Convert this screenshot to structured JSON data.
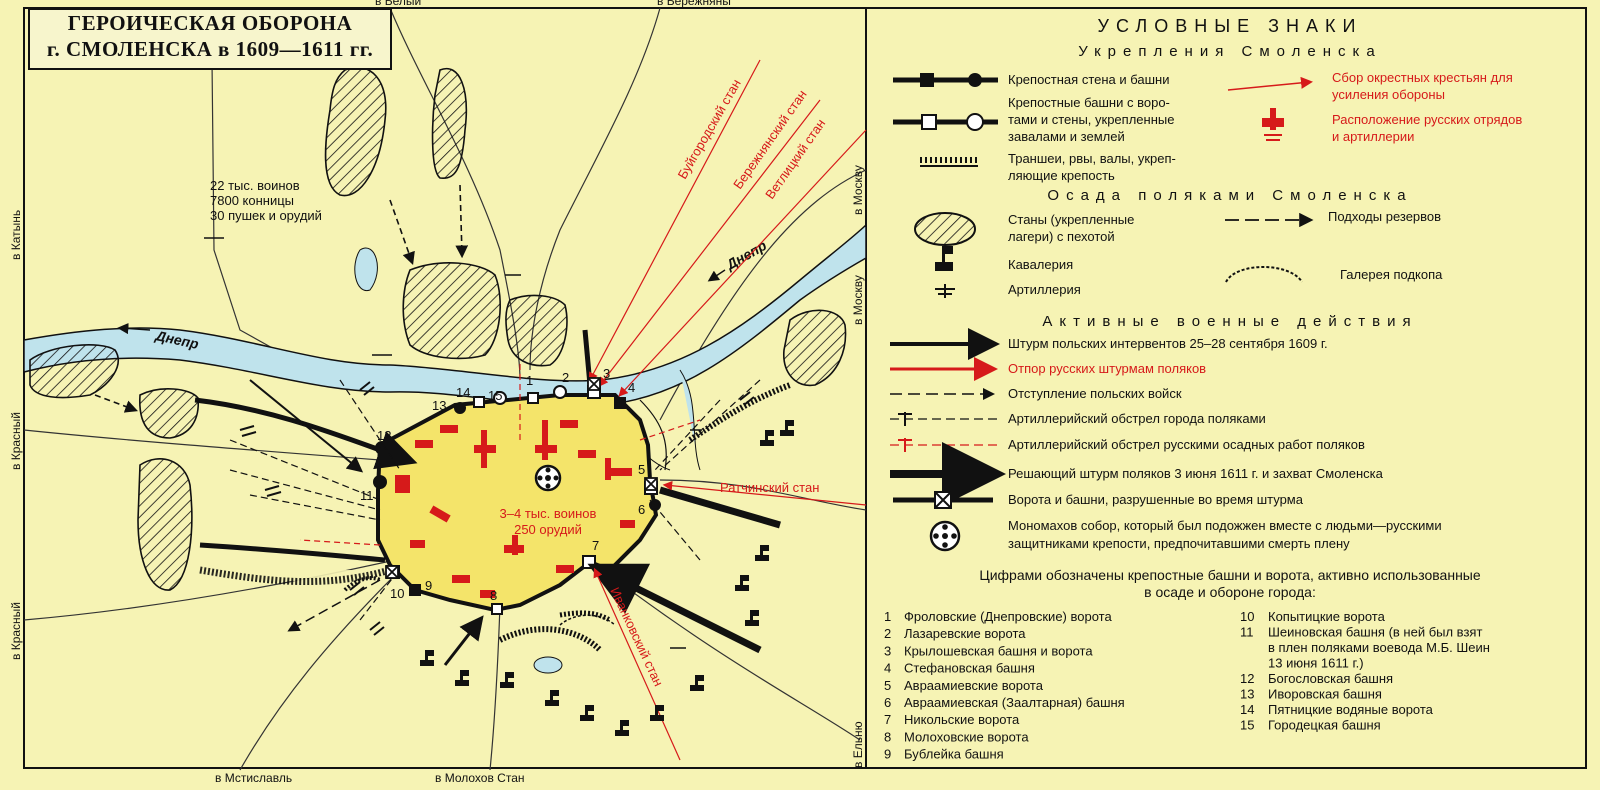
{
  "title": {
    "line1": "ГЕРОИЧЕСКАЯ ОБОРОНА",
    "line2": "г. СМОЛЕНСКА в 1609—1611 гг."
  },
  "directions": {
    "belyi": "в Белый",
    "berezhnyany": "в Бережняны",
    "katyn": "в Катынь",
    "krasnyi1": "в Красный",
    "krasnyi2": "в Красный",
    "moskva1": "в Москву",
    "moskva2": "в Москву",
    "elnya": "в Ельню",
    "mstislavl": "в Мстиславль",
    "molokhov": "в Молохов Стан"
  },
  "map": {
    "river_left": "Днепр",
    "river_right": "Днепр",
    "polish_army_1": "22 тыс. воинов",
    "polish_army_2": "7800 конницы",
    "polish_army_3": "30 пушек и орудий",
    "garrison_1": "3–4 тыс. воинов",
    "garrison_2": "250 орудий",
    "camp_buiyorod": "Буйгородский стан",
    "camp_berezhnyany": "Бережнянский стан",
    "camp_vetlitsky": "Ветлицкий стан",
    "camp_ratchinsky": "Ратчинский стан",
    "camp_ivankovsky": "Иванковский стан",
    "towers": [
      "1",
      "2",
      "3",
      "4",
      "5",
      "6",
      "7",
      "8",
      "9",
      "10",
      "11",
      "12",
      "13",
      "14",
      "15"
    ]
  },
  "legend": {
    "heading": "УСЛОВНЫЕ ЗНАКИ",
    "fortifications_heading": "Укрепления Смоленска",
    "wall_towers": "Крепостная стена и башни",
    "towers_gates_1": "Крепостные башни с воро-",
    "towers_gates_2": "тами и стены, укрепленные",
    "towers_gates_3": "завалами и землей",
    "trenches_1": "Траншеи, рвы, валы, укреп-",
    "trenches_2": "ляющие крепость",
    "peasants_1": "Сбор окрестных крестьян для",
    "peasants_2": "усиления обороны",
    "russian_units_1": "Расположение русских отрядов",
    "russian_units_2": "и артиллерии",
    "siege_heading": "Осада поляками Смоленска",
    "camps_1": "Станы (укрепленные",
    "camps_2": "лагери) с пехотой",
    "reserves": "Подходы резервов",
    "cavalry": "Кавалерия",
    "artillery": "Артиллерия",
    "mine_gallery": "Галерея подкопа",
    "actions_heading": "Активные военные действия",
    "assault_1609": "Штурм польских интервентов 25–28 сентября 1609 г.",
    "repulse": "Отпор русских штурмам поляков",
    "retreat": "Отступление польских войск",
    "polish_fire": "Артиллерийский обстрел города поляками",
    "russian_fire": "Артиллерийский обстрел русскими осадных работ поляков",
    "decisive_assault": "Решающий штурм поляков 3 июня 1611 г. и захват Смоленска",
    "destroyed_gates": "Ворота и башни, разрушенные во время штурма",
    "cathedral_1": "Мономахов собор, который был подожжен вместе с людьми—русскими",
    "cathedral_2": "защитниками крепости, предпочитавшими смерть плену",
    "numbers_note_1": "Цифрами обозначены крепостные башни и ворота, активно использованные",
    "numbers_note_2": "в осаде и обороне города:",
    "towers_list_left": [
      {
        "n": "1",
        "name": "Фроловские (Днепровские) ворота"
      },
      {
        "n": "2",
        "name": "Лазаревские ворота"
      },
      {
        "n": "3",
        "name": "Крылошевская башня и ворота"
      },
      {
        "n": "4",
        "name": "Стефановская башня"
      },
      {
        "n": "5",
        "name": "Авраамиевские ворота"
      },
      {
        "n": "6",
        "name": "Авраамиевская (Заалтарная) башня"
      },
      {
        "n": "7",
        "name": "Никольские ворота"
      },
      {
        "n": "8",
        "name": "Молоховские ворота"
      },
      {
        "n": "9",
        "name": "Бублейка башня"
      }
    ],
    "towers_list_right": [
      {
        "n": "10",
        "name": "Копытицкие ворота"
      },
      {
        "n": "11",
        "name": "Шеиновская башня (в ней был взят"
      },
      {
        "n": "",
        "name": "в плен поляками воевода М.Б. Шеин"
      },
      {
        "n": "",
        "name": "13 июня 1611 г.)"
      },
      {
        "n": "12",
        "name": "Богословская башня"
      },
      {
        "n": "13",
        "name": "Иворовская башня"
      },
      {
        "n": "14",
        "name": "Пятницкие водяные ворота"
      },
      {
        "n": "15",
        "name": "Городецкая башня"
      }
    ]
  },
  "colors": {
    "paper": "#f6f3b4",
    "fortress": "#f4e46a",
    "river": "#bfe3ec",
    "russian_red": "#d61a1a",
    "ink": "#111111"
  }
}
